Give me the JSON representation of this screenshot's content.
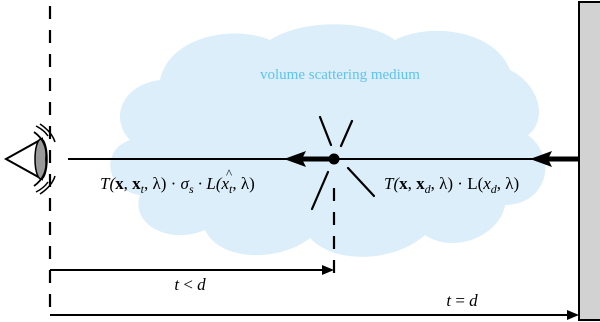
{
  "diagram": {
    "medium_label": "volume scattering medium",
    "scatter_expr": {
      "T_open": "T(",
      "x": "x",
      "comma1": ", ",
      "x_t_base": "x",
      "x_t_sub": "t",
      "rest1": ", λ) · ",
      "sigma": "σ",
      "sigma_hat": "^",
      "sigma_sub": "s",
      "dot2": " · L(",
      "xt_base": "x",
      "xt_sub": "t",
      "close": ", λ)"
    },
    "surface_expr": {
      "T_open": "T(",
      "x": "x",
      "comma1": ", ",
      "x_d_base": "x",
      "x_d_sub": "d",
      "rest1": ", λ) · L(",
      "xd_base": "x",
      "xd_sub": "d",
      "close": ", λ)"
    },
    "dist_t": {
      "lhs": "t",
      "op": " < ",
      "rhs": "d"
    },
    "dist_d": {
      "lhs": "t",
      "op": " = ",
      "rhs": "d"
    },
    "colors": {
      "cloud": "#dbeefa",
      "medium_text": "#5ec3ee",
      "wall": "#d2d2d2",
      "eye_iris": "#9a9a9a"
    }
  }
}
